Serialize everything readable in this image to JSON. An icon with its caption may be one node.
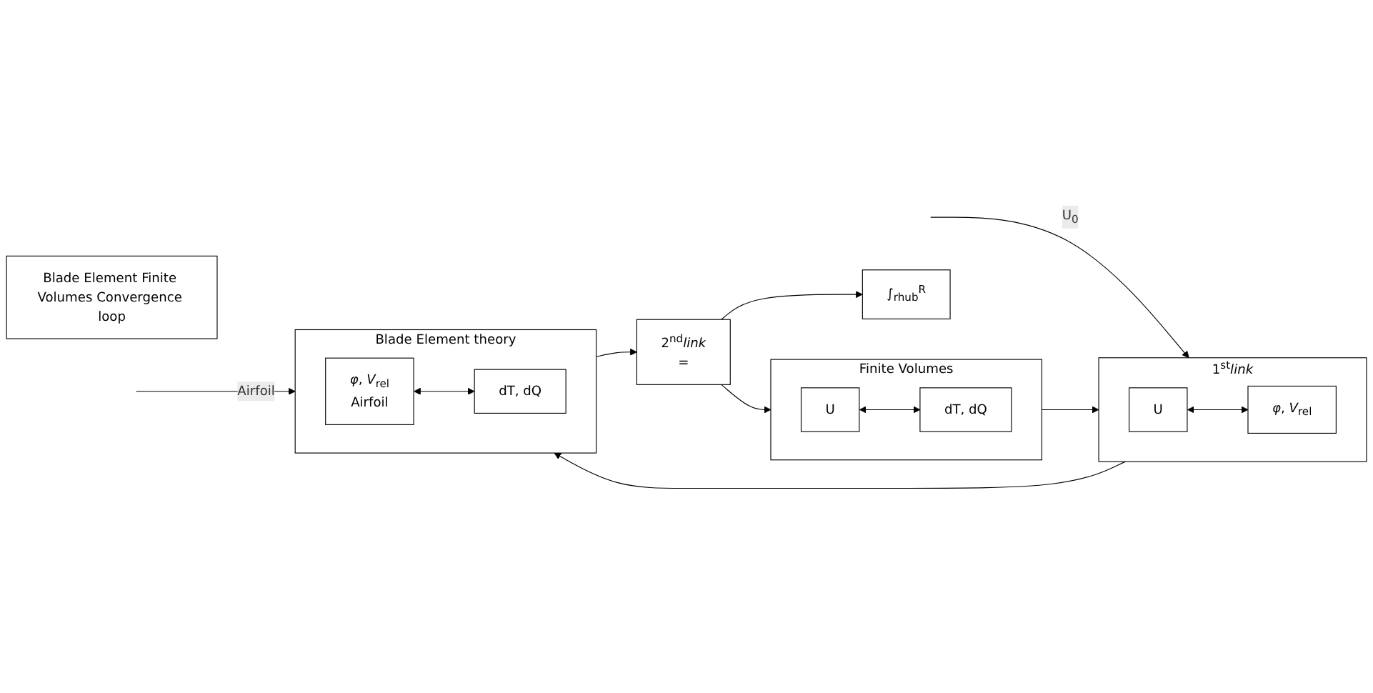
{
  "diagram": {
    "nodes": [
      {
        "text": [
          "Finite Volumes"
        ]
      },
      {
        "text": [
          "U"
        ],
        "in": 0
      },
      {
        "text": [
          "dT, dQ"
        ],
        "in": 0
      },
      {
        "text": [
          "1$^{st}$*link*"
        ]
      },
      {
        "text": [
          "U"
        ],
        "in": 3
      },
      {
        "text": [
          "*φ*, *V*$_{rel}$"
        ],
        "in": 3
      },
      {
        "text": [
          "2$^{nd}$*link*",
          "="
        ]
      },
      {
        "text": [
          "Blade Element Finite Volumes Convergence loop"
        ]
      },
      {
        "text": [
          "∫$_{rhub}$$^{R}$"
        ]
      },
      {
        "text": [
          "Blade Element theory"
        ]
      },
      {
        "text": [
          "*φ*, *V*$_{rel}$",
          "Airfoil"
        ],
        "in": 9
      },
      {
        "text": [
          "dT, dQ"
        ],
        "in": 9
      }
    ],
    "edges": [
      {
        "from": 1,
        "to": 2,
        "arrow": "both"
      },
      {
        "from": 4,
        "to": 5,
        "arrow": "both"
      },
      {
        "from": 10,
        "to": 11,
        "arrow": "both"
      },
      {
        "from": null,
        "to": 3,
        "label": "U$_{0}$",
        "arrow": "to"
      },
      {
        "from": 0,
        "to": 3,
        "arrow": "to"
      },
      {
        "from": 3,
        "to": 9,
        "arrow": "to"
      },
      {
        "from": null,
        "to": 9,
        "label": "Airfoil",
        "arrow": "to"
      },
      {
        "from": 9,
        "to": 6,
        "arrow": "to"
      },
      {
        "from": 6,
        "to": 0,
        "arrow": "to"
      },
      {
        "from": 6,
        "to": 8,
        "arrow": "to"
      }
    ]
  }
}
